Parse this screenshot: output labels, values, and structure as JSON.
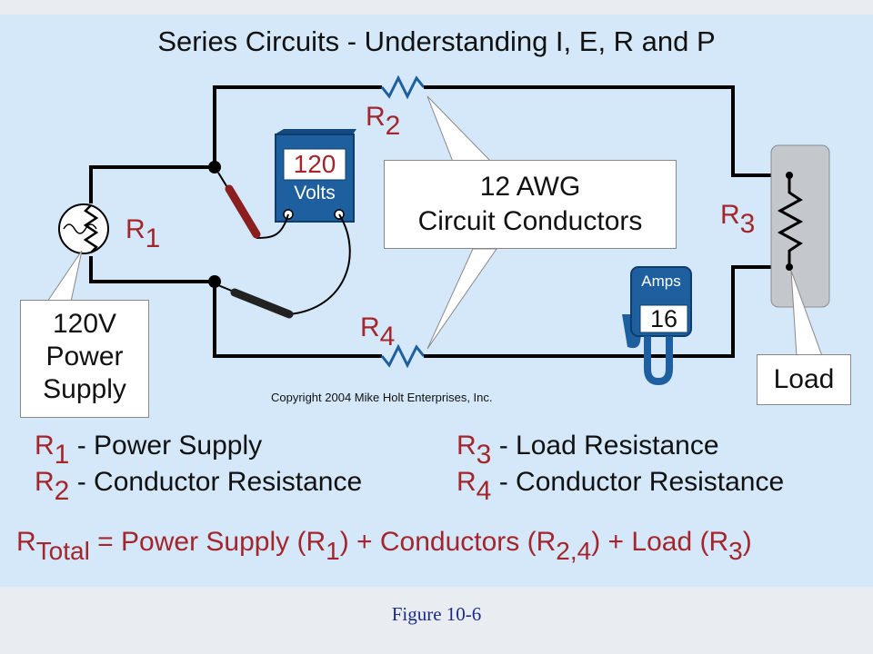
{
  "title": "Series Circuits - Understanding I, E, R and P",
  "labels": {
    "r1": {
      "letter": "R",
      "sub": "1"
    },
    "r2": {
      "letter": "R",
      "sub": "2"
    },
    "r3": {
      "letter": "R",
      "sub": "3"
    },
    "r4": {
      "letter": "R",
      "sub": "4"
    }
  },
  "voltmeter": {
    "value": "120",
    "unit": "Volts"
  },
  "ammeter": {
    "label": "Amps",
    "value": "16"
  },
  "callouts": {
    "conductors": [
      "12 AWG",
      "Circuit Conductors"
    ],
    "power_supply": [
      "120V",
      "Power",
      "Supply"
    ],
    "load": "Load"
  },
  "copyright": "Copyright 2004  Mike Holt Enterprises, Inc.",
  "legend": [
    {
      "letter": "R",
      "sub": "1",
      "text": "- Power Supply"
    },
    {
      "letter": "R",
      "sub": "2",
      "text": "- Conductor Resistance"
    },
    {
      "letter": "R",
      "sub": "3",
      "text": "- Load Resistance"
    },
    {
      "letter": "R",
      "sub": "4",
      "text": "- Conductor Resistance"
    }
  ],
  "formula": {
    "lhs": "R",
    "lhs_sub": "Total",
    "eq": "= Power Supply (R",
    "s1": "1",
    "p1": ") + Conductors (R",
    "s2": "2,4",
    "p2": ") + Load (R",
    "s3": "3",
    "p3": ")"
  },
  "caption": "Figure 10-6",
  "colors": {
    "panel": "#d4e8f9",
    "accent_red": "#a4262c",
    "meter_blue": "#1e5f9f",
    "caption_blue": "#1b2a8a"
  }
}
